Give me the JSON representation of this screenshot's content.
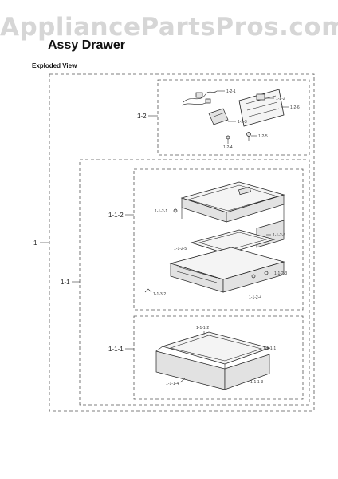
{
  "watermark": "AppliancePartsPros.com",
  "title": "Assy Drawer",
  "subtitle": "Exploded View",
  "labels": {
    "assy": "1",
    "group_1_1": "1-1",
    "group_1_2": "1-2",
    "group_1_1_1": "1-1-1",
    "group_1_1_2": "1-1-2",
    "p_1_2_1": "1-2-1",
    "p_1_2_2": "1-2-2",
    "p_1_2_6": "1-2-6",
    "p_1_2_3": "1-2-3",
    "p_1_2_5": "1-2-5",
    "p_1_2_4": "1-2-4",
    "p_1_1_2_1": "1-1-2-1",
    "p_1_1_2_6": "1-1-2-6",
    "p_1_1_2_5": "1-1-2-5",
    "p_1_1_2_3": "1-1-2-3",
    "p_1_1_3_2": "1-1-3-2",
    "p_1_1_2_4": "1-1-2-4",
    "p_1_1_1_2": "1-1-1-2",
    "p_1_1_1_1": "1-1-1-1",
    "p_1_1_1_4": "1-1-1-4",
    "p_1_1_1_3": "1-1-1-3"
  }
}
